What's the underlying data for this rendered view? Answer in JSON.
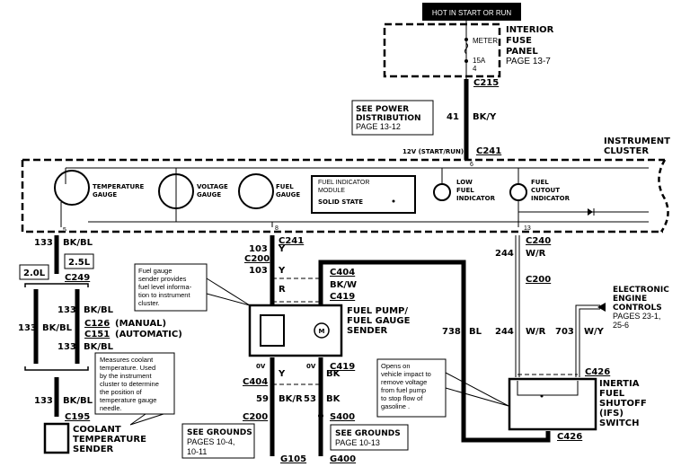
{
  "title": "Fuel / Temperature Gauge Wiring Diagram",
  "power_banner": "HOT IN START OR RUN",
  "fuse_panel": {
    "name_lines": [
      "INTERIOR",
      "FUSE",
      "PANEL"
    ],
    "page": "PAGE 13-7",
    "meter_label": "METER",
    "fuse_rating": "15A",
    "fuse_number": "4"
  },
  "power_dist": {
    "lines": [
      "SEE POWER",
      "DISTRIBUTION"
    ],
    "page": "PAGE 13-12"
  },
  "connectors": {
    "c215": "C215",
    "c241_top": "C241",
    "c241_bot": "C241",
    "c240": "C240",
    "c200_a": "C200",
    "c200_b": "C200",
    "c200_c": "C200",
    "c404_a": "C404",
    "c404_b": "C404",
    "c419_a": "C419",
    "c419_b": "C419",
    "c249": "C249",
    "c126": "C126",
    "c151": "C151",
    "c195": "C195",
    "c426_top": "C426",
    "c426_bot": "C426",
    "s400": "S400",
    "g105": "G105",
    "g400": "G400"
  },
  "wires": {
    "w41": {
      "num": "41",
      "color": "BK/Y"
    },
    "w133": {
      "num": "133",
      "color": "BK/BL"
    },
    "w103": {
      "num": "103",
      "color": "Y"
    },
    "w_r": {
      "color": "R"
    },
    "w_bkw": {
      "color": "BK/W"
    },
    "w59": {
      "num": "59",
      "color": "BK/R"
    },
    "w53": {
      "num": "53",
      "color": "BK"
    },
    "w_y": {
      "color": "Y"
    },
    "w_bk": {
      "color": "BK"
    },
    "w738": {
      "num": "738",
      "color": "BL"
    },
    "w244": {
      "num": "244",
      "color": "W/R"
    },
    "w703": {
      "num": "703",
      "color": "W/Y"
    }
  },
  "pins": {
    "p6": "6",
    "p5": "5",
    "p8": "8",
    "p13": "13"
  },
  "voltage_label": "12V (START/RUN)",
  "zero_v": "0V",
  "cluster": {
    "title_lines": [
      "INSTRUMENT",
      "CLUSTER"
    ],
    "temp_gauge": [
      "TEMPERATURE",
      "GAUGE"
    ],
    "volt_gauge": [
      "VOLTAGE",
      "GAUGE"
    ],
    "fuel_gauge": [
      "FUEL",
      "GAUGE"
    ],
    "fuel_module": [
      "FUEL INDICATOR",
      "MODULE"
    ],
    "solid_state": "SOLID STATE",
    "low_fuel": [
      "LOW",
      "FUEL",
      "INDICATOR"
    ],
    "fuel_cutout": [
      "FUEL",
      "CUTOUT",
      "INDICATOR"
    ]
  },
  "engine": {
    "variant_20": "2.0L",
    "variant_25": "2.5L",
    "manual": "(MANUAL)",
    "automatic": "(AUTOMATIC)"
  },
  "fuel_note": [
    "Fuel gauge",
    "sender provides",
    "fuel level informa-",
    "tion to instrument",
    "cluster."
  ],
  "coolant_note": [
    "Measures coolant",
    "temperature. Used",
    "by the instrument",
    "cluster to determine",
    "the position of",
    "temperature gauge",
    "needle."
  ],
  "ifs_note": [
    "Opens on",
    "vehicle impact to",
    "remove voltage",
    "from fuel pump",
    "to stop flow of",
    "gasoline ."
  ],
  "fuel_pump": [
    "FUEL PUMP/",
    "FUEL GAUGE",
    "SENDER"
  ],
  "motor_label": "M",
  "coolant_sender": [
    "COOLANT",
    "TEMPERATURE",
    "SENDER"
  ],
  "eec": {
    "lines": [
      "ELECTRONIC",
      "ENGINE",
      "CONTROLS"
    ],
    "pages": [
      "PAGES 23-1,",
      "25-6"
    ]
  },
  "ifs": [
    "INERTIA",
    "FUEL",
    "SHUTOFF",
    "(IFS)",
    "SWITCH"
  ],
  "grounds_a": {
    "title": "SEE GROUNDS",
    "pages": [
      "PAGES 10-4,",
      "10-11"
    ]
  },
  "grounds_b": {
    "title": "SEE GROUNDS",
    "pages": [
      "PAGE 10-13"
    ]
  }
}
